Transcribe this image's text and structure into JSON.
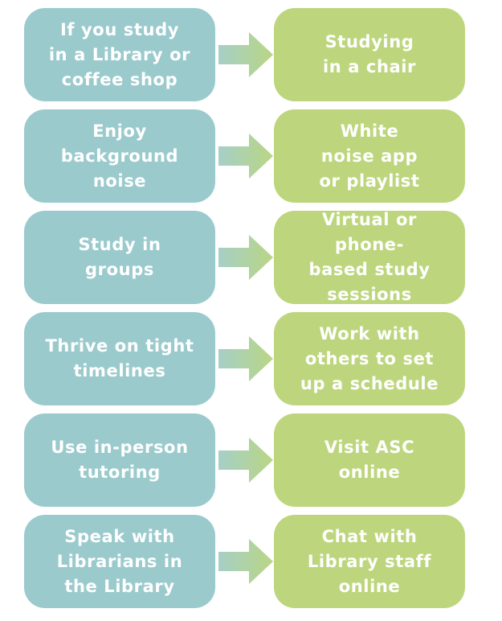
{
  "colors": {
    "left_box": "#9bcacd",
    "right_box": "#bdd67e",
    "arrow_start": "#a6cfc6",
    "arrow_end": "#b9d684",
    "text": "#ffffff"
  },
  "rows": [
    {
      "left": "If you study\nin a Library or\ncoffee shop",
      "right": "Studying\nin a chair"
    },
    {
      "left": "Enjoy\nbackground\nnoise",
      "right": "White\nnoise app\nor playlist"
    },
    {
      "left": "Study in\ngroups",
      "right": "Virtual or phone-\nbased study\nsessions"
    },
    {
      "left": "Thrive on tight\ntimelines",
      "right": "Work with\nothers to set\nup a schedule"
    },
    {
      "left": "Use in-person\ntutoring",
      "right": "Visit ASC\nonline"
    },
    {
      "left": "Speak with\nLibrarians in\nthe Library",
      "right": "Chat with\nLibrary staff\nonline"
    }
  ]
}
